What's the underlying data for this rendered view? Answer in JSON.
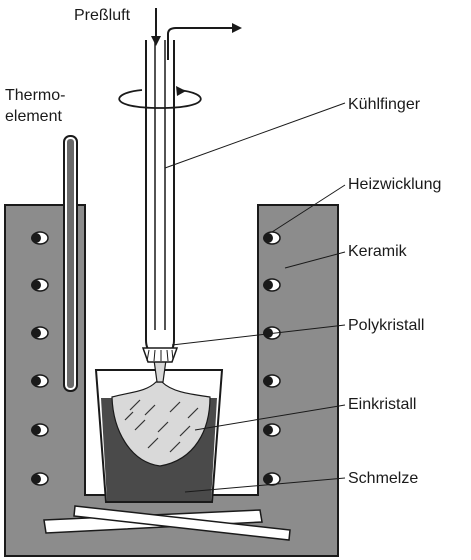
{
  "labels": {
    "pressluft": "Preßluft",
    "thermo_line1": "Thermo-",
    "thermo_line2": "element",
    "kuehlfinger": "Kühlfinger",
    "heizwicklung": "Heizwicklung",
    "keramik": "Keramik",
    "polykristall": "Polykristall",
    "einkristall": "Einkristall",
    "schmelze": "Schmelze"
  },
  "colors": {
    "ceramic": "#8c8c8c",
    "melt": "#4a4a4a",
    "crystal": "#d9d9d9",
    "line": "#1a1a1a",
    "background": "#ffffff"
  }
}
